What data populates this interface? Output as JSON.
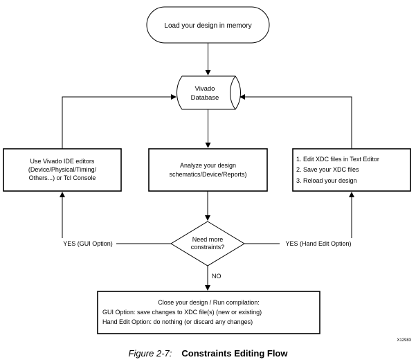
{
  "diagram": {
    "start_node": {
      "label": "Load your design in memory"
    },
    "database_node": {
      "lines": [
        "Vivado",
        "Database"
      ]
    },
    "left_box": {
      "lines": [
        "Use Vivado IDE editors",
        "(Device/Physical/Timing/",
        "Others...) or Tcl Console"
      ]
    },
    "middle_box": {
      "lines": [
        "Analyze your design",
        "schematics/Device/Reports)"
      ]
    },
    "right_box": {
      "lines": [
        "1. Edit XDC files in Text Editor",
        "2. Save your XDC files",
        "3. Reload your design"
      ]
    },
    "decision_node": {
      "lines": [
        "Need more",
        "constraints?"
      ]
    },
    "end_box": {
      "lines": [
        "Close your design / Run compilation:",
        "GUI Option: save changes to XDC file(s) (new or existing)",
        "Hand Edit Option: do nothing (or discard any changes)"
      ]
    },
    "edge_labels": {
      "yes_gui": "YES (GUI Option)",
      "yes_hand": "YES (Hand Edit Option)",
      "no": "NO"
    },
    "figure_id": "X12983"
  },
  "caption": {
    "number": "Figure 2-7:",
    "title": "Constraints Editing Flow"
  }
}
